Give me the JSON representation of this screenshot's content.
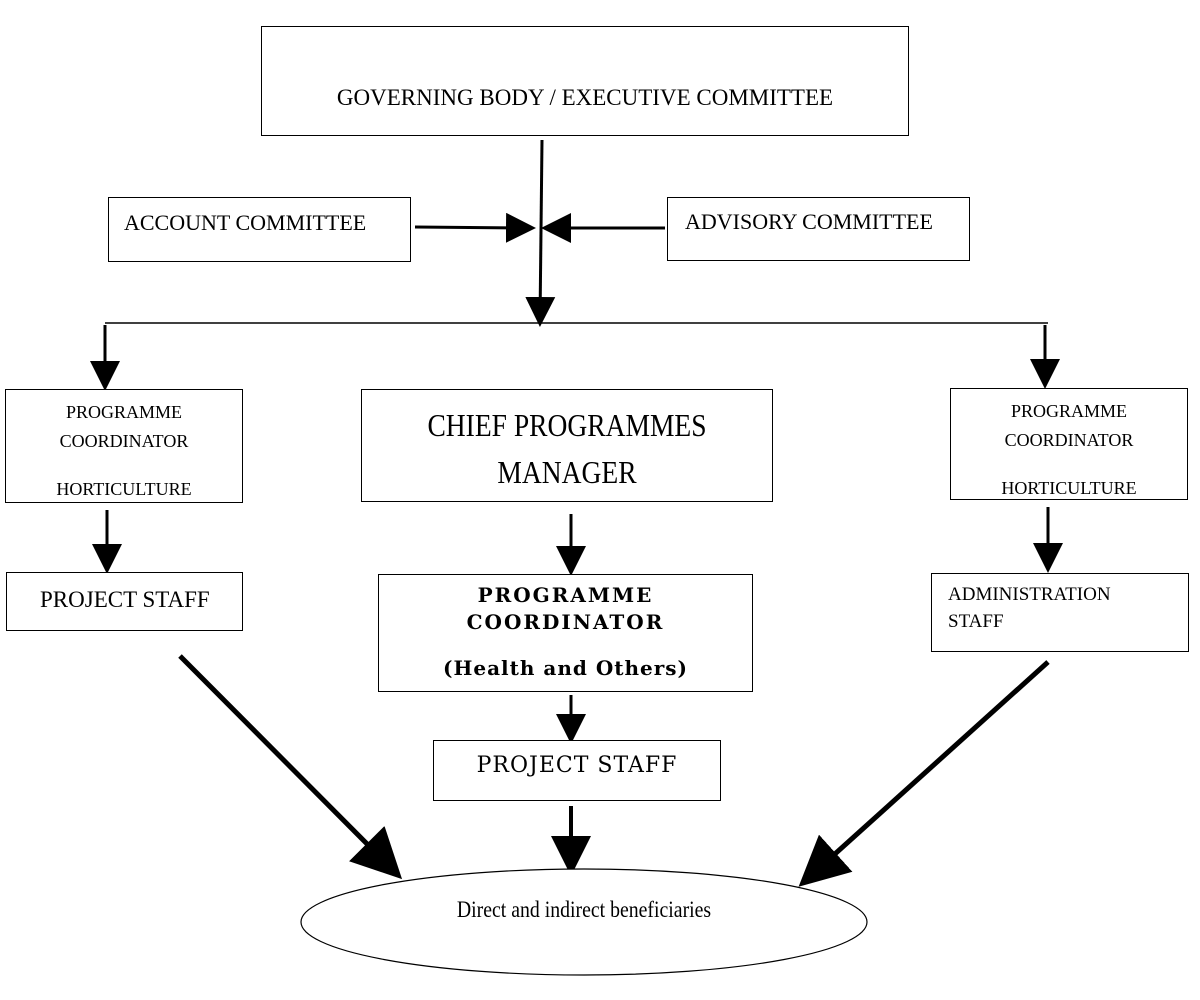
{
  "diagram": {
    "governing": {
      "label": "GOVERNING BODY /   EXECUTIVE COMMITTEE"
    },
    "account_committee": {
      "label": "ACCOUNT COMMITTEE"
    },
    "advisory_committee": {
      "label": "ADVISORY COMMITTEE"
    },
    "left_coordinator": {
      "line1": "PROGRAMME",
      "line2": "COORDINATOR",
      "line3": "HORTICULTURE"
    },
    "chief_manager": {
      "line1": "CHIEF PROGRAMMES",
      "line2": "MANAGER"
    },
    "right_coordinator": {
      "line1": "PROGRAMME",
      "line2": "COORDINATOR",
      "line3": "HORTICULTURE"
    },
    "left_project_staff": {
      "label": "PROJECT STAFF"
    },
    "center_coordinator": {
      "line1": "PROGRAMME",
      "line2": "COORDINATOR",
      "line3": "(Health and Others)"
    },
    "administration_staff": {
      "line1": "ADMINISTRATION",
      "line2": "STAFF"
    },
    "center_project_staff": {
      "label": "PROJECT STAFF"
    },
    "beneficiaries": {
      "label": "Direct and indirect beneficiaries"
    }
  }
}
